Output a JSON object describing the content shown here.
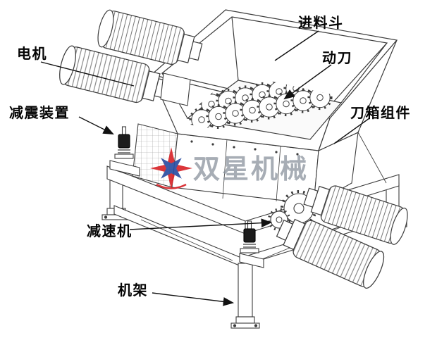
{
  "labels": {
    "motor": "电机",
    "damper": "减震装置",
    "hopper": "进料斗",
    "moving_blade": "动刀",
    "knife_box": "刀箱组件",
    "reducer": "减速机",
    "frame": "机架"
  },
  "watermark": {
    "text": "双星机械",
    "star_red": "#d9252a",
    "star_blue": "#2b4ea2",
    "text_color": "#8e96a0"
  },
  "style": {
    "line_color": "#3c3c3c",
    "label_color": "#050505",
    "background": "#ffffff"
  }
}
